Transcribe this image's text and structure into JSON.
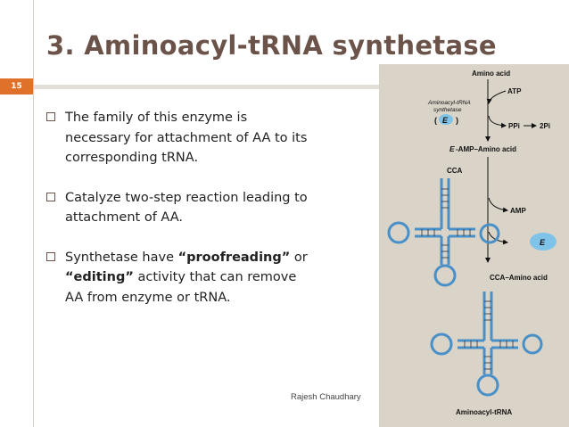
{
  "slide": {
    "number": "15",
    "title": "3. Aminoacyl-tRNA synthetase",
    "bullets": [
      {
        "text": "The family of this enzyme is necessary for attachment of AA to its corresponding tRNA."
      },
      {
        "text": "Catalyze two-step reaction leading to attachment of AA."
      },
      {
        "pre": "Synthetase have ",
        "b1": "“proofreading”",
        "mid1": " or ",
        "b2": "“editing”",
        "post": " activity that can remove AA from enzyme or tRNA."
      }
    ],
    "author": "Rajesh Chaudhary"
  },
  "figure": {
    "amino_acid": "Amino acid",
    "enzyme_label_1": "Aminoacyl-tRNA",
    "enzyme_label_2": "synthetase",
    "enzyme": "E",
    "atp": "ATP",
    "ppi": "PPi",
    "two_pi": "2Pi",
    "amp_complex_e": "E",
    "amp_complex": "-AMP–Amino acid",
    "cca": "CCA",
    "amp": "AMP",
    "released_e": "E",
    "cca_amino_acid": "CCA–Amino acid",
    "product": "Aminoacyl-tRNA"
  }
}
